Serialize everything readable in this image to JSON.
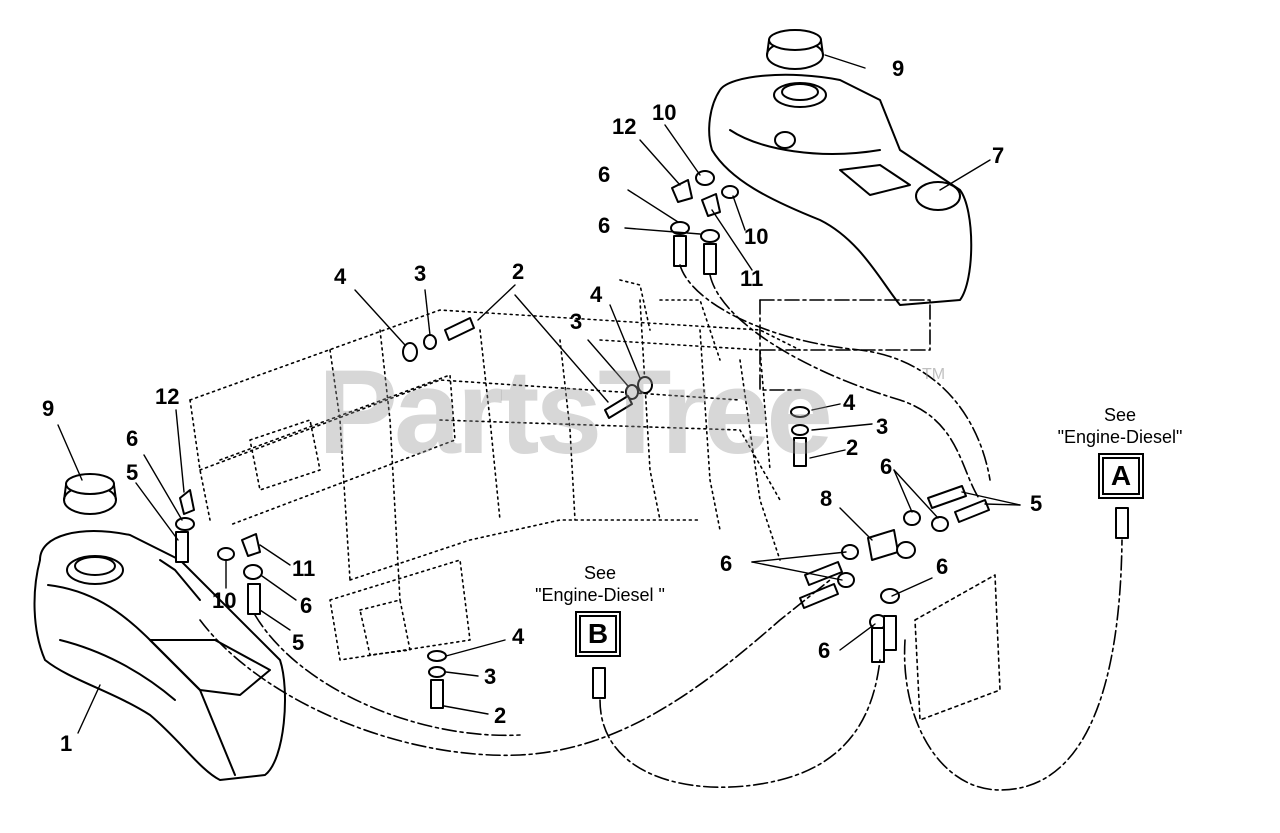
{
  "watermark": {
    "text": "PartsTree",
    "tm": "TM"
  },
  "references": {
    "a": {
      "see": "See",
      "name": "\"Engine-Diesel\"",
      "letter": "A"
    },
    "b": {
      "see": "See",
      "name": "\"Engine-Diesel \"",
      "letter": "B"
    }
  },
  "callouts": {
    "c1": "1",
    "c9a": "9",
    "c12a": "12",
    "c6a": "6",
    "c5a": "5",
    "c11a": "11",
    "c6b": "6",
    "c10a": "10",
    "c5b": "5",
    "c4a": "4",
    "c3a": "3",
    "c2a": "2",
    "c4b": "4",
    "c3b": "3",
    "c4c": "4",
    "c3c": "3",
    "c2b": "2",
    "c9b": "9",
    "c10b": "10",
    "c12b": "12",
    "c6c": "6",
    "c6d": "6",
    "c7": "7",
    "c10c": "10",
    "c11b": "11",
    "c4d": "4",
    "c3d": "3",
    "c2c": "2",
    "c6e": "6",
    "c5c": "5",
    "c8": "8",
    "c6f": "6",
    "c6g": "6",
    "c6h": "6"
  }
}
